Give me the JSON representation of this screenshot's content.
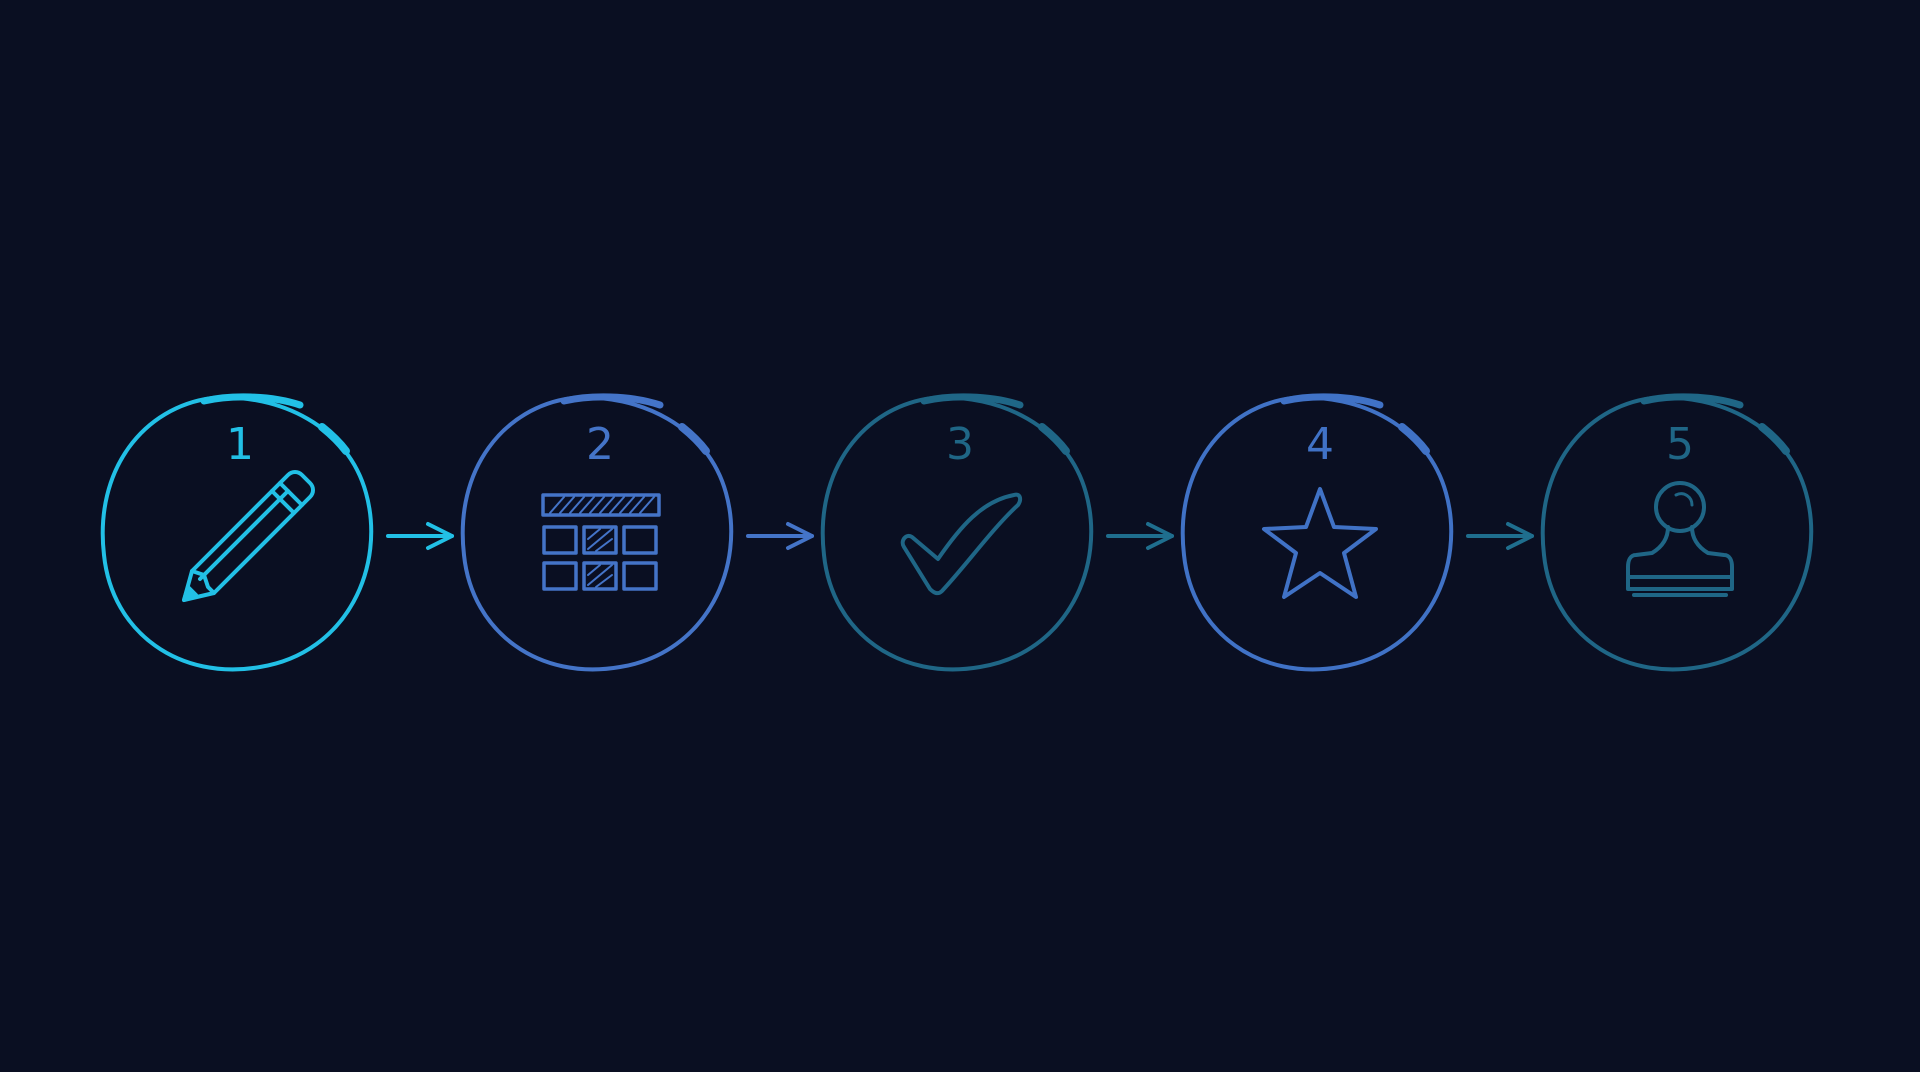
{
  "background": "#0a0f22",
  "steps": [
    {
      "number": "1",
      "icon": "pencil-icon",
      "color": "#22c0e6"
    },
    {
      "number": "2",
      "icon": "calendar-grid-icon",
      "color": "#4474c8"
    },
    {
      "number": "3",
      "icon": "checkmark-icon",
      "color": "#1f6686"
    },
    {
      "number": "4",
      "icon": "star-icon",
      "color": "#4072c6"
    },
    {
      "number": "5",
      "icon": "stamp-icon",
      "color": "#1f6686"
    }
  ],
  "arrows": [
    {
      "color": "#22c0e6"
    },
    {
      "color": "#4474c8"
    },
    {
      "color": "#1f6e8e"
    },
    {
      "color": "#1f6e8e"
    }
  ]
}
